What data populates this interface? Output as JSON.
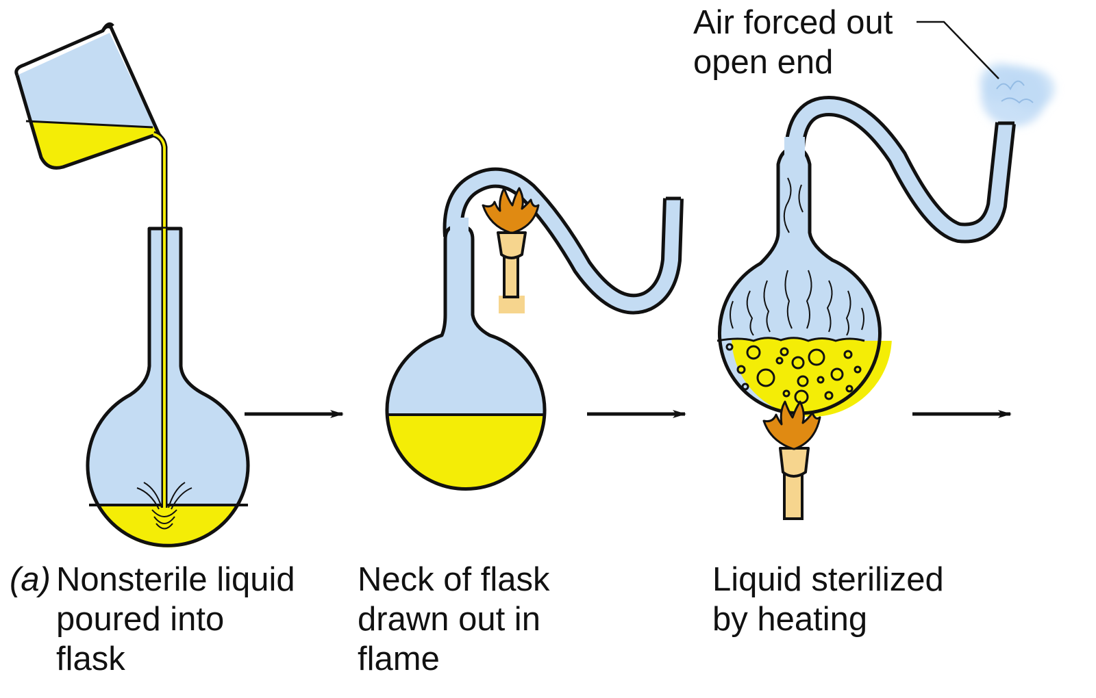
{
  "colors": {
    "glass": "#c4dcf3",
    "liquid": "#f4ed06",
    "outline": "#111111",
    "flame": "#e08a12",
    "burner": "#f6d58e",
    "steam": "#bcd8f5"
  },
  "part_label": "(a)",
  "steps": [
    {
      "lines": [
        "Nonsterile liquid",
        "poured into",
        "flask"
      ]
    },
    {
      "lines": [
        "Neck of flask",
        "drawn out in",
        "flame"
      ]
    },
    {
      "lines": [
        "Liquid sterilized",
        "by heating"
      ]
    }
  ],
  "callout": {
    "lines": [
      "Air forced out",
      "open end"
    ]
  },
  "icons": [
    "beaker-icon",
    "flask-icon",
    "swan-neck-flask-icon",
    "bunsen-flame-icon",
    "steam-icon",
    "arrow-right-icon"
  ]
}
